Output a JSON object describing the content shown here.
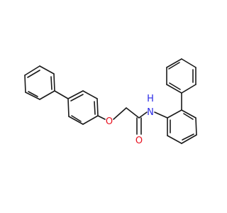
{
  "molecule": {
    "atoms": {
      "oxygen_ether": {
        "label": "O",
        "color": "#e8101e"
      },
      "oxygen_carbonyl": {
        "label": "O",
        "color": "#e8101e"
      },
      "nitrogen_amide": {
        "label": "N",
        "color": "#2a2ae6"
      },
      "hydrogen_amide": {
        "label": "H",
        "color": "#2a2ae6"
      }
    },
    "bond_color": "#1a1a1a"
  }
}
